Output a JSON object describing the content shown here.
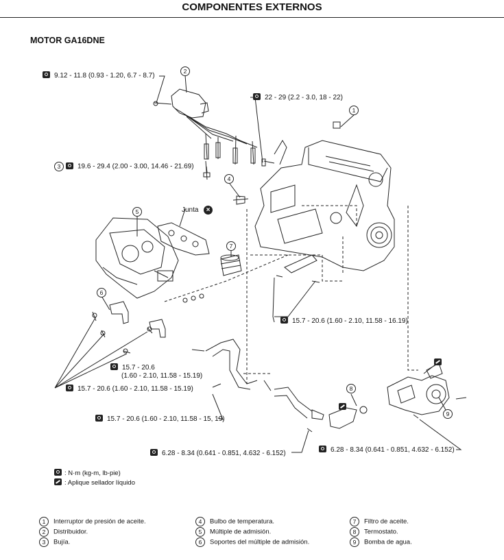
{
  "header": {
    "title": "COMPONENTES EXTERNOS",
    "subtitle": "MOTOR GA16DNE"
  },
  "torque_labels": {
    "t1": "9.12 - 11.8 (0.93 - 1.20, 6.7 - 8.7)",
    "t2": "22 - 29 (2.2 - 3.0, 18 - 22)",
    "t3": "19.6 - 29.4 (2.00 - 3.00, 14.46 - 21.69)",
    "t4": "15.7 - 20.6 (1.60 - 2.10, 11.58 - 16.19)",
    "t5_line1": "15.7 - 20.6",
    "t5_line2": "(1.60 - 2.10, 11.58 - 15.19)",
    "t6": "15.7 - 20.6 (1.60 - 2.10, 11.58 - 15.19)",
    "t7": "15.7 - 20.6 (1.60 - 2.10, 11.58 - 15, 19)",
    "t8": "6.28 - 8.34 (0.641 - 0.851, 4.632 - 6.152)",
    "t9": "6.28 - 8.34 (0.641 - 0.851, 4.632 - 6.152)"
  },
  "callouts": {
    "c1": "1",
    "c2": "2",
    "c3": "3",
    "c4": "4",
    "c5": "5",
    "c6": "6",
    "c7": "7",
    "c8": "8",
    "c9": "9"
  },
  "junta_label": "Junta",
  "legend": {
    "torque_unit": ": N·m (kg-m, lb-pie)",
    "sealant": ": Aplique sellador líquido"
  },
  "parts_list": [
    {
      "num": "1",
      "name": "Interruptor de presión de aceite."
    },
    {
      "num": "2",
      "name": "Distribuidor."
    },
    {
      "num": "3",
      "name": "Bujía."
    },
    {
      "num": "4",
      "name": "Bulbo de temperatura."
    },
    {
      "num": "5",
      "name": "Múltiple de admisión."
    },
    {
      "num": "6",
      "name": "Soportes del múltiple de admisión."
    },
    {
      "num": "7",
      "name": "Filtro de aceite."
    },
    {
      "num": "8",
      "name": "Termostato."
    },
    {
      "num": "9",
      "name": "Bomba de agua."
    }
  ],
  "icons": {
    "torque": "wrench-torque-icon",
    "sealant": "sealant-icon",
    "gasket_replace": "replace-x-icon"
  }
}
